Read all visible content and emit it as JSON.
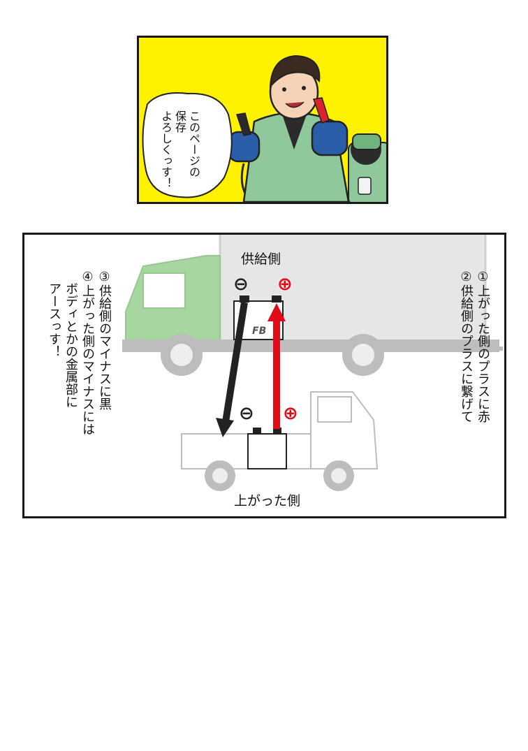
{
  "comic_top": {
    "bubble_text": "このページの\n保存\nよろしくっす！",
    "colors": {
      "background": "#fff200",
      "jacket": "#8fc89b",
      "gloves": "#2a5ea8",
      "clip": "#d9242b"
    }
  },
  "diagram": {
    "supply_side_label": "供給側",
    "raised_side_label": "上がった側",
    "battery_brand": "FB",
    "minus_symbol": "⊖",
    "plus_symbol": "⊕",
    "right_steps": "①上がった側のプラスに赤\n②供給側のプラスに繋げて",
    "left_steps": "③供給側のマイナスに黒\n④上がった側のマイナスには\n　ボディとかの金属部に\n　アースっす！",
    "colors": {
      "red_cable": "#e10b17",
      "black_cable": "#222222",
      "truck_green": "#a8d6a0",
      "truck_gray": "#d6d6d6"
    }
  }
}
